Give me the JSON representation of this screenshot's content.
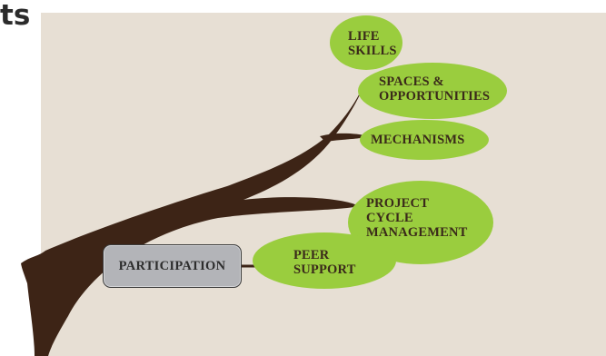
{
  "heading_fragment": "ts",
  "nodes": {
    "life_skills": "LIFE\nSKILLS",
    "spaces_opportunities": "SPACES &\nOPPORTUNITIES",
    "mechanisms": "MECHANISMS",
    "project_cycle_management": "PROJECT\nCYCLE\nMANAGEMENT",
    "peer_support": "PEER\nSUPPORT",
    "participation": "PARTICIPATION"
  },
  "colors": {
    "background": "#e7dfd4",
    "branch": "#3d2416",
    "leaf": "#9acd3e",
    "participation_box": "#b3b4b8"
  }
}
